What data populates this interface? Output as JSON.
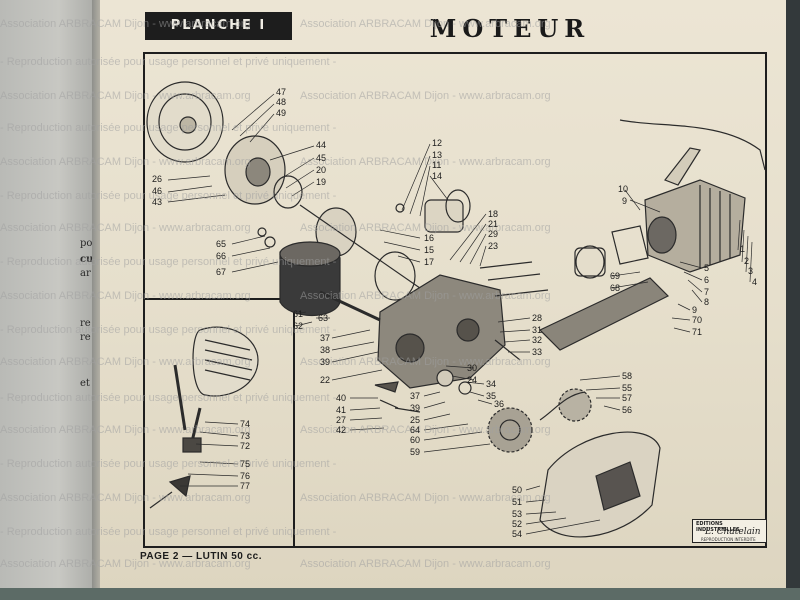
{
  "left_page": {
    "fragments": [
      "po",
      "cu",
      "ar",
      "re",
      "re",
      "et"
    ]
  },
  "header": {
    "planche": "PLANCHE I",
    "title": "MOTEUR"
  },
  "footer": {
    "page_label": "PAGE 2 — LUTIN 50 cc."
  },
  "editions": {
    "line1": "EDITIONS INDUSTRIELLES",
    "line2": "L. Chatelain",
    "line3": "REPRODUCTION INTERDITE"
  },
  "watermark": {
    "text_a": "Association ARBRACAM Dijon - www.arbracam.org",
    "text_b": "- Reproduction autorisée pour usage personnel et privé uniquement -"
  },
  "labels": {
    "n47": "47",
    "n48": "48",
    "n49": "49",
    "n44": "44",
    "n45": "45",
    "n20": "20",
    "n19": "19",
    "n26": "26",
    "n46": "46",
    "n43": "43",
    "n12": "12",
    "n13": "13",
    "n11": "11",
    "n14": "14",
    "n10": "10",
    "n9a": "9",
    "n1": "1",
    "n2": "2",
    "n3": "3",
    "n4": "4",
    "n65": "65",
    "n66": "66",
    "n67": "67",
    "n16": "16",
    "n15": "15",
    "n17": "17",
    "n18": "18",
    "n21": "21",
    "n29": "29",
    "n23": "23",
    "n5": "5",
    "n6": "6",
    "n7": "7",
    "n8": "8",
    "n69": "69",
    "n68": "68",
    "n9b": "9",
    "n70": "70",
    "n71": "71",
    "n61": "61",
    "n62": "62",
    "n63": "63",
    "n37a": "37",
    "n38a": "38",
    "n39a": "39",
    "n22": "22",
    "n28": "28",
    "n31": "31",
    "n32": "32",
    "n33": "33",
    "n30": "30",
    "n24": "24",
    "n34": "34",
    "n35": "35",
    "n36": "36",
    "n40": "40",
    "n41": "41",
    "n27": "27",
    "n42": "42",
    "n37b": "37",
    "n39b": "39",
    "n25": "25",
    "n64": "64",
    "n60": "60",
    "n59": "59",
    "n58": "58",
    "n55": "55",
    "n57": "57",
    "n56": "56",
    "n74": "74",
    "n73": "73",
    "n72": "72",
    "n75": "75",
    "n76": "76",
    "n77": "77",
    "n50": "50",
    "n51": "51",
    "n53": "53",
    "n52": "52",
    "n54": "54"
  }
}
